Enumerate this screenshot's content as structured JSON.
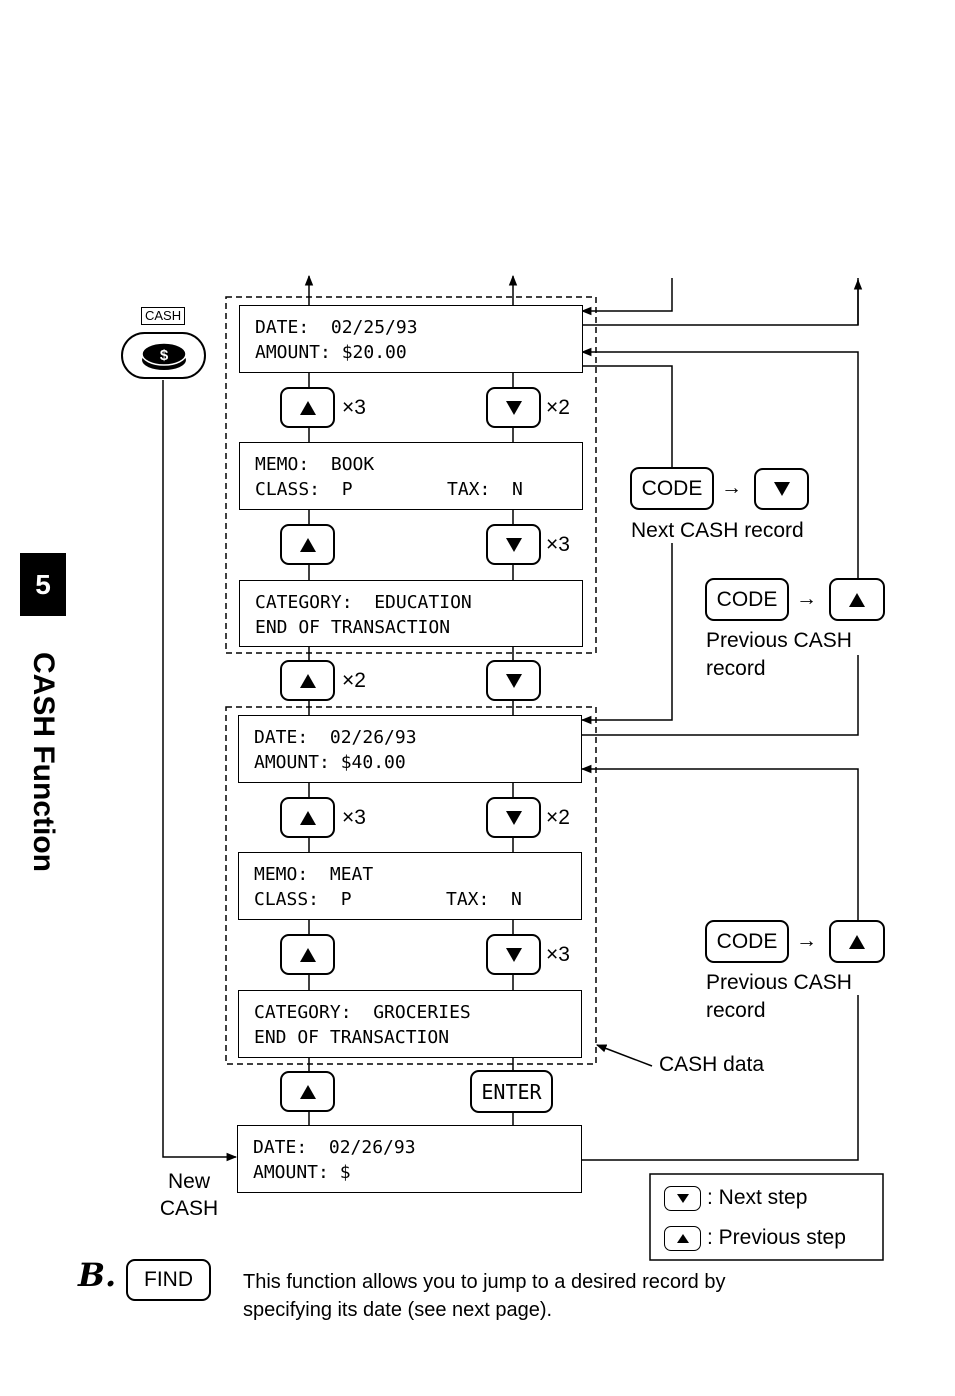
{
  "side_tab": {
    "number": "5",
    "title": "CASH Function"
  },
  "cash_key": {
    "label": "CASH"
  },
  "record1": {
    "screen1": {
      "line1": "DATE:  02/25/93",
      "line2": "AMOUNT: $20.00"
    },
    "screen2": {
      "line1": "MEMO:  BOOK",
      "line2": "CLASS:  P",
      "tax": "TAX:  N"
    },
    "screen3": {
      "line1": "CATEGORY:  EDUCATION",
      "line2": "END OF TRANSACTION"
    },
    "mult_up_1": "×3",
    "mult_down_1": "×2",
    "mult_down_2": "×3"
  },
  "between_mult_up": "×2",
  "record2": {
    "screen1": {
      "line1": "DATE:  02/26/93",
      "line2": "AMOUNT: $40.00"
    },
    "screen2": {
      "line1": "MEMO:  MEAT",
      "line2": "CLASS:  P",
      "tax": "TAX:  N"
    },
    "screen3": {
      "line1": "CATEGORY:  GROCERIES",
      "line2": "END OF TRANSACTION"
    },
    "mult_up_1": "×3",
    "mult_down_1": "×2",
    "mult_down_2": "×3"
  },
  "enter_key": "ENTER",
  "new_screen": {
    "line1": "DATE:  02/26/93",
    "line2": "AMOUNT: $"
  },
  "new_cash_label": {
    "line1": "New",
    "line2": "CASH"
  },
  "code_next": {
    "key": "CODE",
    "arrow": "→",
    "caption": "Next CASH record"
  },
  "code_prev_1": {
    "key": "CODE",
    "arrow": "→",
    "caption_line1": "Previous CASH",
    "caption_line2": "record"
  },
  "code_prev_2": {
    "key": "CODE",
    "arrow": "→",
    "caption_line1": "Previous CASH",
    "caption_line2": "record"
  },
  "cash_data_label": "CASH data",
  "legend": {
    "next": ": Next step",
    "prev": ": Previous step"
  },
  "section_b": {
    "letter": "B.",
    "find_key": "FIND",
    "desc_line1": "This function allows you to jump to a desired record by",
    "desc_line2": "specifying its date (see next page)."
  }
}
